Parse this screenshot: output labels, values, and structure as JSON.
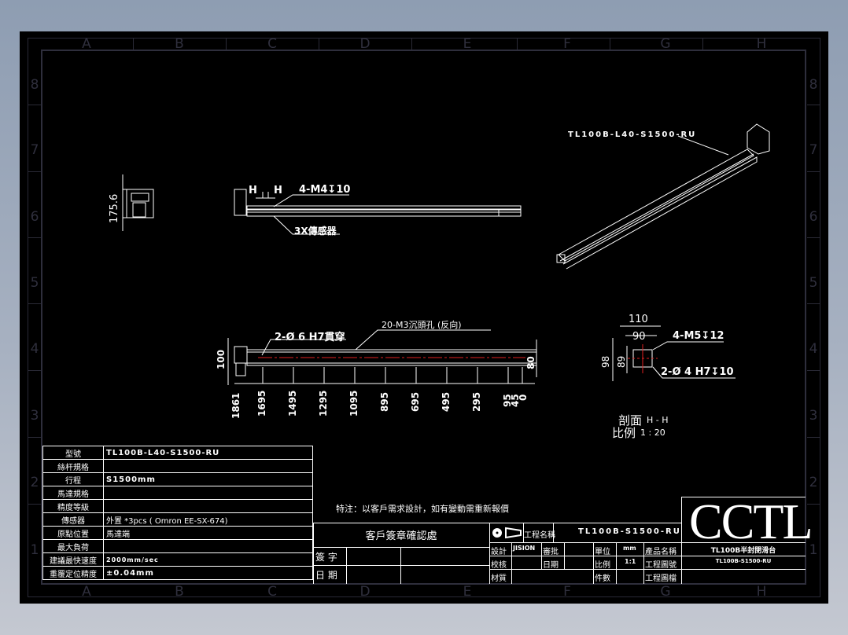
{
  "sheet": {
    "zones_top": [
      "A",
      "B",
      "C",
      "D",
      "E",
      "F",
      "G",
      "H"
    ],
    "zones_bottom": [
      "A",
      "B",
      "C",
      "D",
      "E",
      "F",
      "G",
      "H"
    ],
    "zones_side": [
      "8",
      "7",
      "6",
      "5",
      "4",
      "3",
      "2",
      "1"
    ]
  },
  "views": {
    "end_view": {
      "dimension": "175.6"
    },
    "top_view": {
      "section_marks": [
        "H",
        "H"
      ],
      "callout_holes": "4-M4↧10",
      "callout_sensor": "3X傳感器"
    },
    "front_view": {
      "callout_left": "2-Ø 6  H7貫穿",
      "callout_top": "20-M3沉頭孔 (反向)",
      "height_left": "100",
      "height_right": "80",
      "positions": [
        "1861",
        "1695",
        "1495",
        "1295",
        "1095",
        "895",
        "695",
        "495",
        "295",
        "95",
        "45",
        "0"
      ]
    },
    "section_view": {
      "width_outer": "110",
      "width_inner": "90",
      "height_outer": "98",
      "height_inner": "89",
      "callout_top": "4-M5↧12",
      "callout_bottom": "2-Ø 4  H7↧10",
      "title": "剖面",
      "title_mark": "H - H",
      "scale_label": "比例",
      "scale_value": "1 : 20"
    },
    "iso_view": {
      "label": "TL100B-L40-S1500-RU"
    }
  },
  "spec_table": {
    "rows": [
      {
        "label": "型號",
        "value": "TL100B-L40-S1500-RU"
      },
      {
        "label": "絲杆規格",
        "value": ""
      },
      {
        "label": "行程",
        "value": "S1500mm"
      },
      {
        "label": "馬達規格",
        "value": ""
      },
      {
        "label": "精度等級",
        "value": ""
      },
      {
        "label": "傳感器",
        "value": "外置 *3pcs ( Omron EE-SX-674)"
      },
      {
        "label": "原點位置",
        "value": "馬達端"
      },
      {
        "label": "最大負荷",
        "value": ""
      },
      {
        "label": "建議最快速度",
        "value": "2000mm/sec"
      },
      {
        "label": "重覆定位精度",
        "value": "±0.04mm"
      }
    ]
  },
  "note": "特注：以客戶需求設計，如有變動需重新報價",
  "approval": {
    "title": "客戶簽章確認處",
    "sign_label": "簽 字",
    "date_label": "日 期"
  },
  "title_block": {
    "project_name_label": "工程名稱",
    "project_name_value": "TL100B-S1500-RU",
    "design_label": "設計",
    "design_value": "JISION",
    "approve_label": "審批",
    "check_label": "校核",
    "date_label": "日期",
    "material_label": "材質",
    "unit_label": "單位",
    "unit_value": "mm",
    "scale_label": "比例",
    "scale_value": "1:1",
    "qty_label": "件數",
    "product_name_label": "產品名稱",
    "drawing_no_label": "工程圖號",
    "drawing_file_label": "工程圖檔"
  },
  "brand": {
    "logo": "CCTL",
    "product_name": "TL100B半封閉滑台",
    "drawing_number": "TL100B-S1500-RU"
  }
}
